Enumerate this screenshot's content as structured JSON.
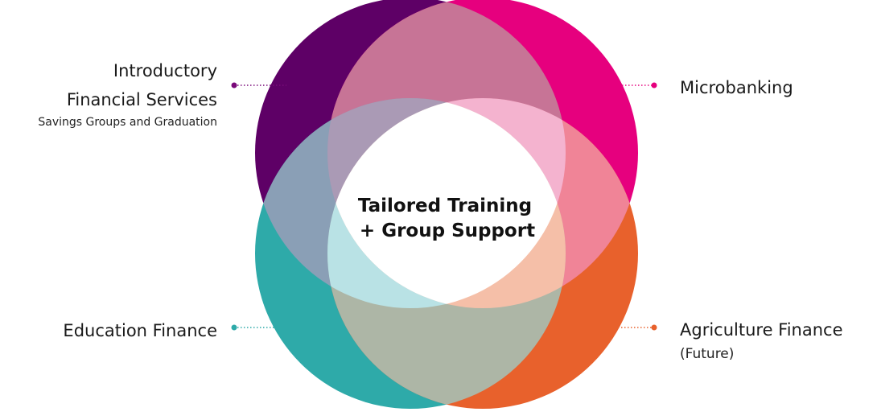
{
  "center": {
    "line1": "Tailored Training",
    "line2": "+ Group Support"
  },
  "petals": [
    {
      "key": "introductory",
      "color": "#5e0066"
    },
    {
      "key": "microbanking",
      "color": "#e6007e"
    },
    {
      "key": "education",
      "color": "#2eaaa9"
    },
    {
      "key": "agriculture",
      "color": "#e8612c"
    }
  ],
  "labels": {
    "introductory": {
      "title_line1": "Introductory",
      "title_line2": "Financial Services",
      "subtitle": "Savings Groups and Graduation",
      "color": "#7a0a7a"
    },
    "microbanking": {
      "title": "Microbanking",
      "color": "#e6007e"
    },
    "education": {
      "title": "Education Finance",
      "color": "#2eaaa9"
    },
    "agriculture": {
      "title": "Agriculture Finance",
      "subtitle": "(Future)",
      "color": "#e8612c"
    }
  }
}
